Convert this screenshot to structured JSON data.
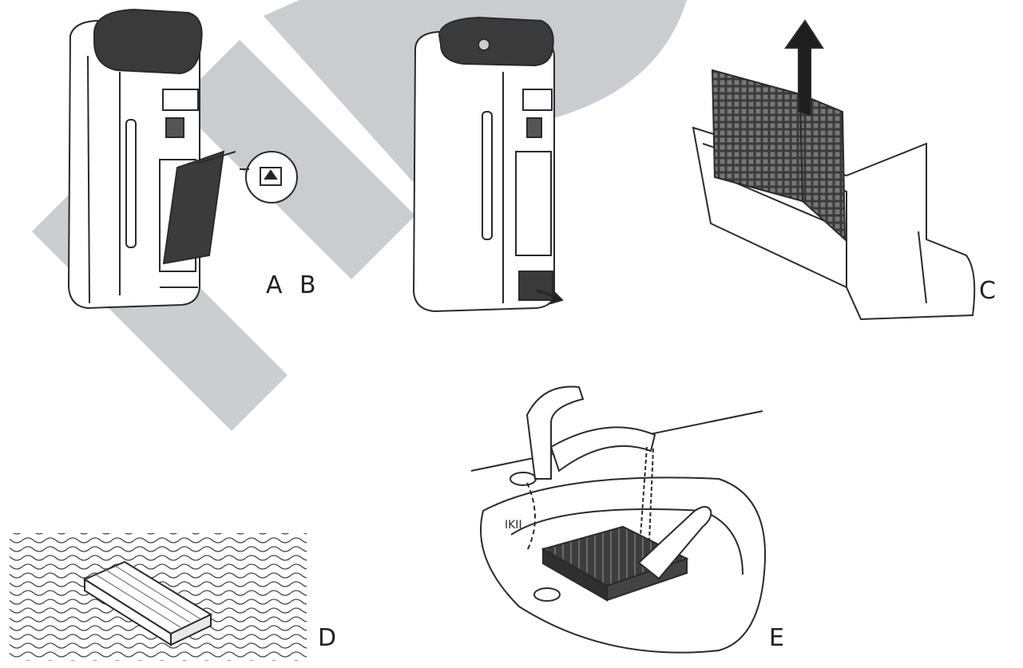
{
  "labels": {
    "ab": "A B",
    "c": "C",
    "d": "D",
    "e": "E"
  },
  "colors": {
    "line": "#2a2a2a",
    "dark_fill": "#333333",
    "watermark": "#b9bcc1"
  }
}
